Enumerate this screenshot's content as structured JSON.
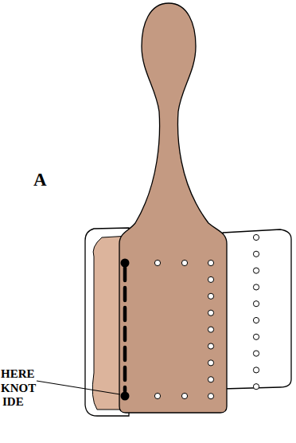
{
  "diagram": {
    "labels": [
      "A",
      "HERE",
      "KNOT",
      "IDE"
    ]
  }
}
